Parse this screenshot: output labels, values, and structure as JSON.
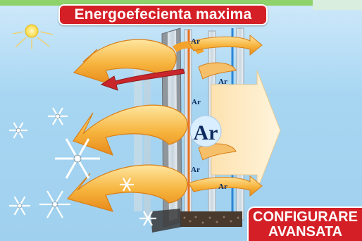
{
  "banner": {
    "title": "Energoefecienta maxima"
  },
  "gas_labels": {
    "large": "Ar",
    "small": [
      "Ar",
      "Ar",
      "Ar",
      "Ar",
      "Ar"
    ]
  },
  "cta": {
    "line1": "CONFIGURARE",
    "line2": "AVANSATA"
  },
  "colors": {
    "accent_red": "#d51f26",
    "sky": "#a9d8f2",
    "arrow_orange": "#f3a22c",
    "frame_orange": "#e8711f",
    "frame_blue": "#2b86d6"
  },
  "icons": [
    "sun-icon",
    "snowflake-icon",
    "heat-arrow-icon",
    "window-glass-icon"
  ]
}
